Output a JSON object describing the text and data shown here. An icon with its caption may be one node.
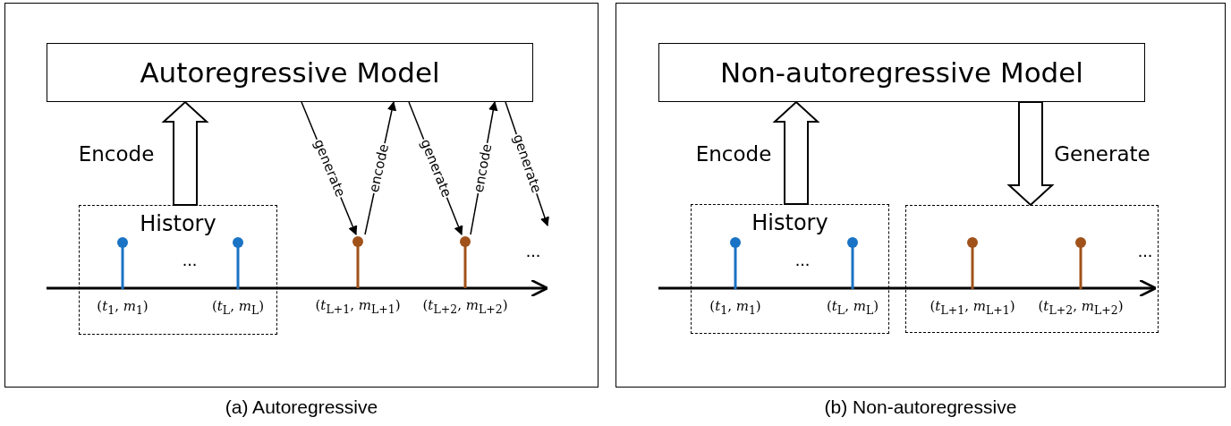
{
  "diagram": {
    "nodes": [
      {
        "text": [
          "(a) Autoregressive"
        ]
      },
      {
        "text": [
          "Autoregressive Model"
        ],
        "in": 0
      },
      {
        "text": [
          "History"
        ],
        "in": 0
      },
      {
        "text": [
          "(*t*$_{1}$, *m*$_{1}$)"
        ],
        "in": 2
      },
      {
        "text": [
          "(*t*$_{L}$, *m*$_{L}$)"
        ],
        "in": 2
      },
      {
        "text": [
          "(*t*$_{L+1}$, *m*$_{L+1}$)"
        ],
        "in": 0
      },
      {
        "text": [
          "(*t*$_{L+2}$, *m*$_{L+2}$)"
        ],
        "in": 0
      },
      {
        "text": [
          "(b) Non-autoregressive"
        ]
      },
      {
        "text": [
          "Non-autoregressive Model"
        ],
        "in": 7
      },
      {
        "text": [
          "History"
        ],
        "in": 7
      },
      {
        "text": [
          "(*t*$_{1}$, *m*$_{1}$)"
        ],
        "in": 9
      },
      {
        "text": [
          "(*t*$_{L}$, *m*$_{L}$)"
        ],
        "in": 9
      },
      {
        "text": [],
        "shape": "box",
        "in": 7
      },
      {
        "text": [
          "(*t*$_{L+1}$, *m*$_{L+1}$)"
        ],
        "in": 12
      },
      {
        "text": [
          "(*t*$_{L+2}$, *m*$_{L+2}$)"
        ],
        "in": 12
      }
    ],
    "edges": [
      {
        "from": 2,
        "to": 1,
        "arrow": "to",
        "label": "Encode",
        "style": "thick"
      },
      {
        "from": 1,
        "to": 5,
        "arrow": "to",
        "label": "generate"
      },
      {
        "from": 5,
        "to": 1,
        "arrow": "to",
        "label": "encode"
      },
      {
        "from": 1,
        "to": 6,
        "arrow": "to",
        "label": "generate"
      },
      {
        "from": 6,
        "to": 1,
        "arrow": "to",
        "label": "encode"
      },
      {
        "from": 1,
        "to": null,
        "arrow": "to",
        "label": "generate"
      },
      {
        "from": 9,
        "to": 8,
        "arrow": "to",
        "label": "Encode",
        "style": "thick"
      },
      {
        "from": 8,
        "to": 12,
        "arrow": "to",
        "label": "Generate",
        "style": "thick"
      }
    ],
    "labels": [
      "...",
      "...",
      "...",
      "..."
    ]
  }
}
